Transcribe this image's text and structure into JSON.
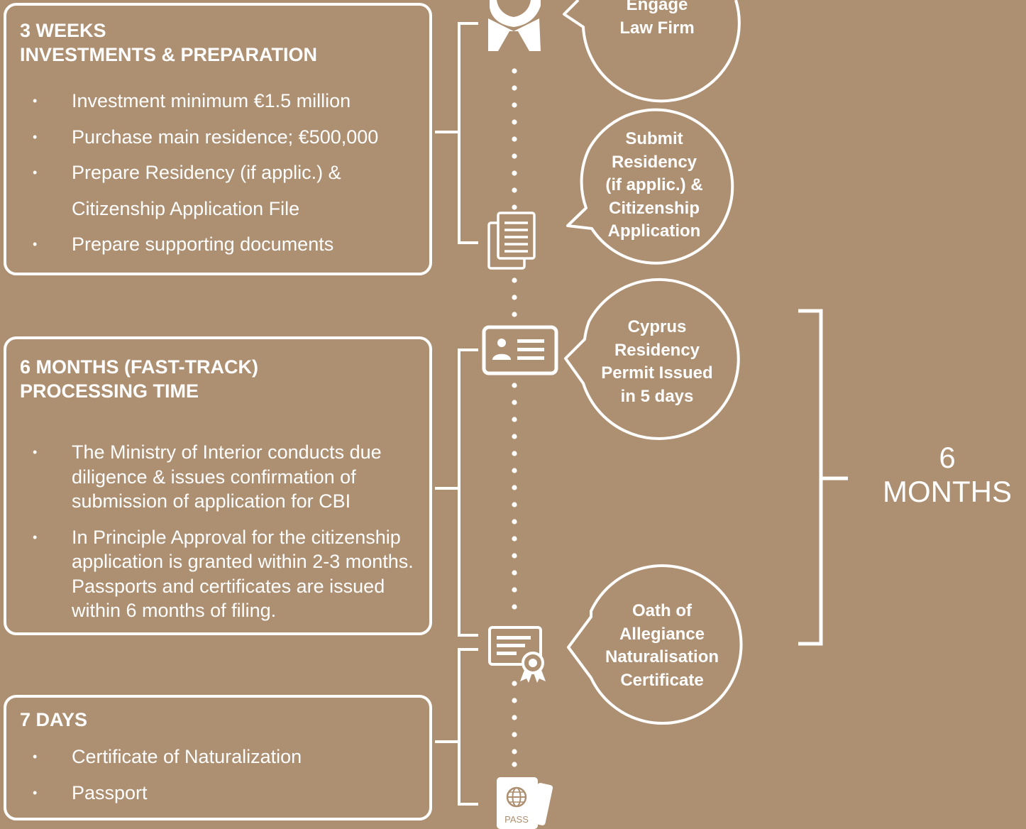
{
  "stages": [
    {
      "heading_line1": "3 WEEKS",
      "heading_line2": "INVESTMENTS & PREPARATION",
      "items": [
        "Investment minimum €1.5 million",
        "Purchase main residence; €500,000",
        "Prepare Residency (if applic.) &",
        "Citizenship Application File",
        "Prepare supporting documents"
      ]
    },
    {
      "heading_line1": "6 MONTHS (FAST-TRACK)",
      "heading_line2": "PROCESSING TIME",
      "items": [
        "The Ministry of Interior conducts due diligence &  issues  confirmation of submission of application for CBI",
        "In Principle Approval for the citizenship application is granted within 2-3 months. Passports and certificates are issued within 6 months of filing."
      ]
    },
    {
      "heading_line1": "7 DAYS",
      "items": [
        "Certificate of Naturalization",
        "Passport"
      ]
    }
  ],
  "milestones": [
    {
      "lines": [
        "Engage",
        "Law Firm"
      ],
      "icon": "lawyer-icon"
    },
    {
      "lines": [
        "Submit",
        "Residency",
        "(if applic.) &",
        "Citizenship",
        "Application"
      ],
      "icon": "documents-icon"
    },
    {
      "lines": [
        "Cyprus",
        "Residency",
        "Permit Issued",
        "in 5 days"
      ],
      "icon": "id-card-icon"
    },
    {
      "lines": [
        "Oath of",
        "Allegiance",
        "Naturalisation",
        "Certificate"
      ],
      "icon": "certificate-icon"
    }
  ],
  "passport_icon": {
    "label": "PASS",
    "icon": "passport-icon"
  },
  "duration": {
    "number": "6",
    "unit": "MONTHS"
  },
  "colors": {
    "background": "#ad8f71",
    "foreground": "#ffffff"
  }
}
